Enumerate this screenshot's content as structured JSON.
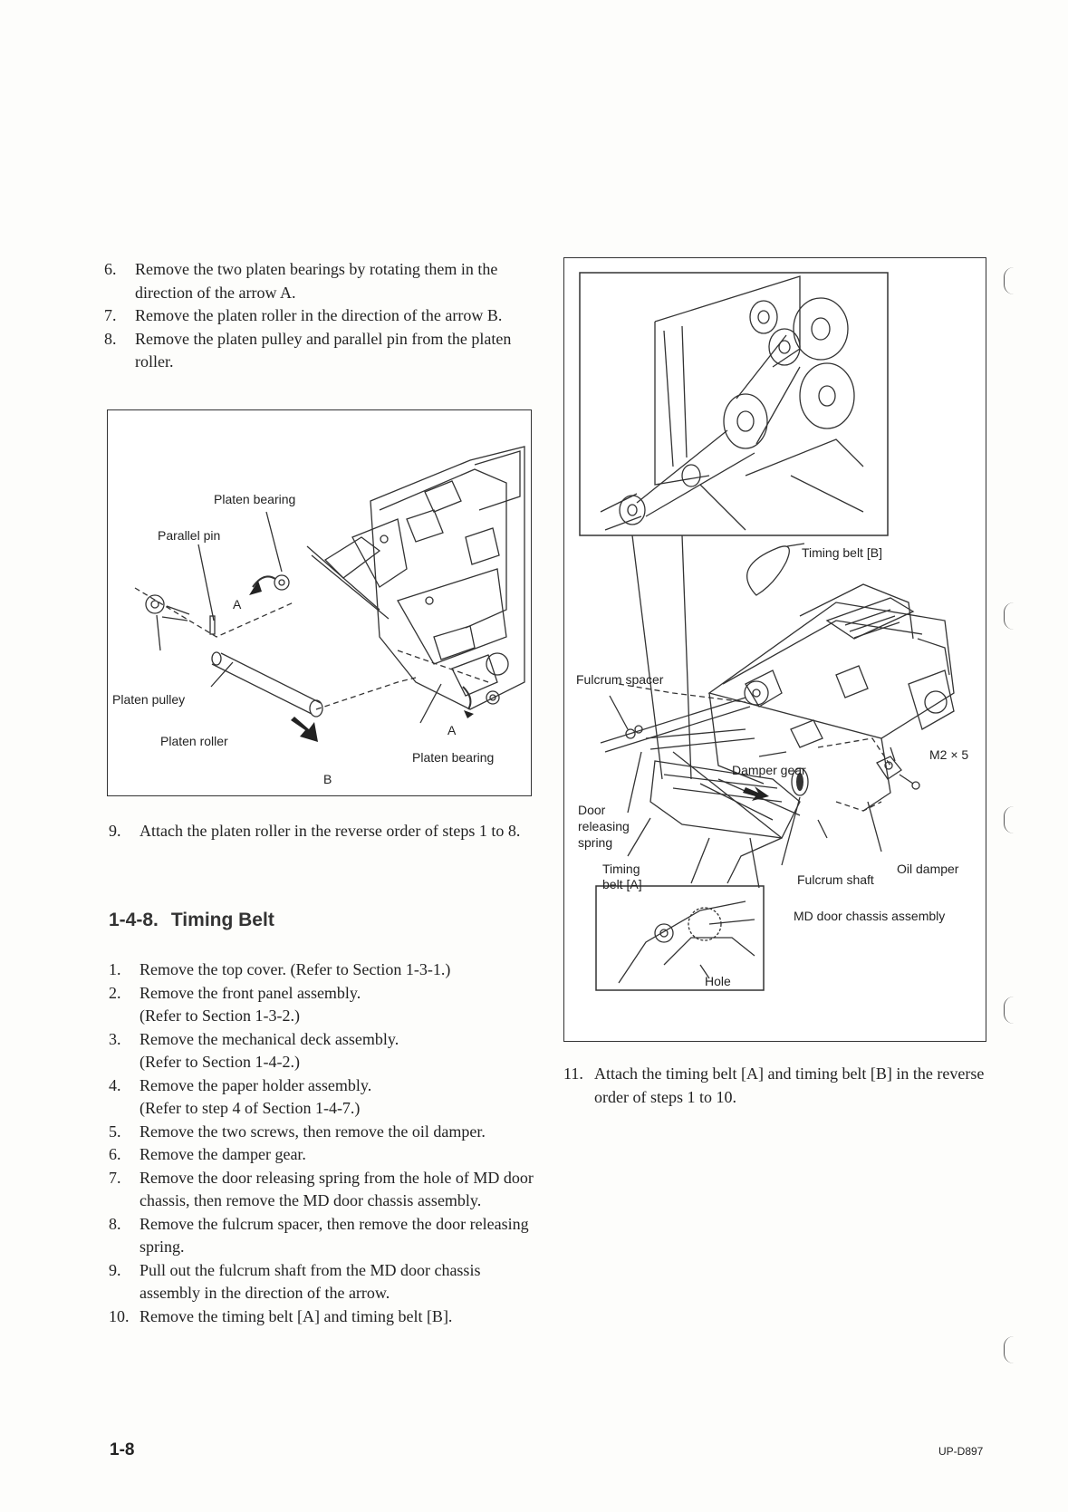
{
  "upper_steps": [
    {
      "num": "6.",
      "text": "Remove the two platen bearings by rotating them in the direction of the arrow A."
    },
    {
      "num": "7.",
      "text": "Remove the platen roller in the direction of the arrow B."
    },
    {
      "num": "8.",
      "text": "Remove the platen pulley and parallel pin from the platen roller."
    }
  ],
  "figure1_labels": {
    "platen_bearing_top": "Platen bearing",
    "parallel_pin": "Parallel pin",
    "arrow_a_1": "A",
    "platen_pulley": "Platen pulley",
    "platen_roller": "Platen roller",
    "arrow_a_2": "A",
    "platen_bearing_bottom": "Platen bearing",
    "arrow_b": "B"
  },
  "step9": {
    "num": "9.",
    "text": "Attach the platen roller in the reverse order of steps 1 to 8."
  },
  "section": {
    "number": "1-4-8.",
    "title": "Timing Belt"
  },
  "timing_steps": [
    {
      "num": "1.",
      "text": "Remove the top cover. (Refer to Section 1-3-1.)",
      "sub": ""
    },
    {
      "num": "2.",
      "text": "Remove the front panel assembly.",
      "sub": "(Refer to Section 1-3-2.)"
    },
    {
      "num": "3.",
      "text": "Remove the mechanical deck assembly.",
      "sub": "(Refer to Section 1-4-2.)"
    },
    {
      "num": "4.",
      "text": "Remove the paper holder assembly.",
      "sub": "(Refer to step 4 of Section 1-4-7.)"
    },
    {
      "num": "5.",
      "text": "Remove the two screws, then remove the oil damper.",
      "sub": ""
    },
    {
      "num": "6.",
      "text": "Remove the damper gear.",
      "sub": ""
    },
    {
      "num": "7.",
      "text": "Remove the door releasing spring from the hole of MD door chassis, then remove the MD door chassis assembly.",
      "sub": ""
    },
    {
      "num": "8.",
      "text": "Remove the fulcrum spacer, then remove the door releasing spring.",
      "sub": ""
    },
    {
      "num": "9.",
      "text": "Pull out the fulcrum shaft from the MD door chassis assembly in the direction of the arrow.",
      "sub": ""
    },
    {
      "num": "10.",
      "text": "Remove the timing belt [A] and timing belt [B].",
      "sub": ""
    }
  ],
  "figure2_labels": {
    "timing_belt_b": "Timing belt [B]",
    "fulcrum_spacer": "Fulcrum spacer",
    "m2x5": "M2 × 5",
    "damper_gear": "Damper gear",
    "door": "Door",
    "releasing": "releasing",
    "spring": "spring",
    "timing": "Timing",
    "belt_a": "belt [A]",
    "fulcrum_shaft": "Fulcrum shaft",
    "oil_damper": "Oil damper",
    "md_door": "MD door chassis assembly",
    "hole": "Hole"
  },
  "step11": {
    "num": "11.",
    "text": "Attach the timing belt [A] and timing belt [B] in the reverse order of steps 1 to 10."
  },
  "footer": {
    "page": "1-8",
    "model": "UP-D897"
  }
}
